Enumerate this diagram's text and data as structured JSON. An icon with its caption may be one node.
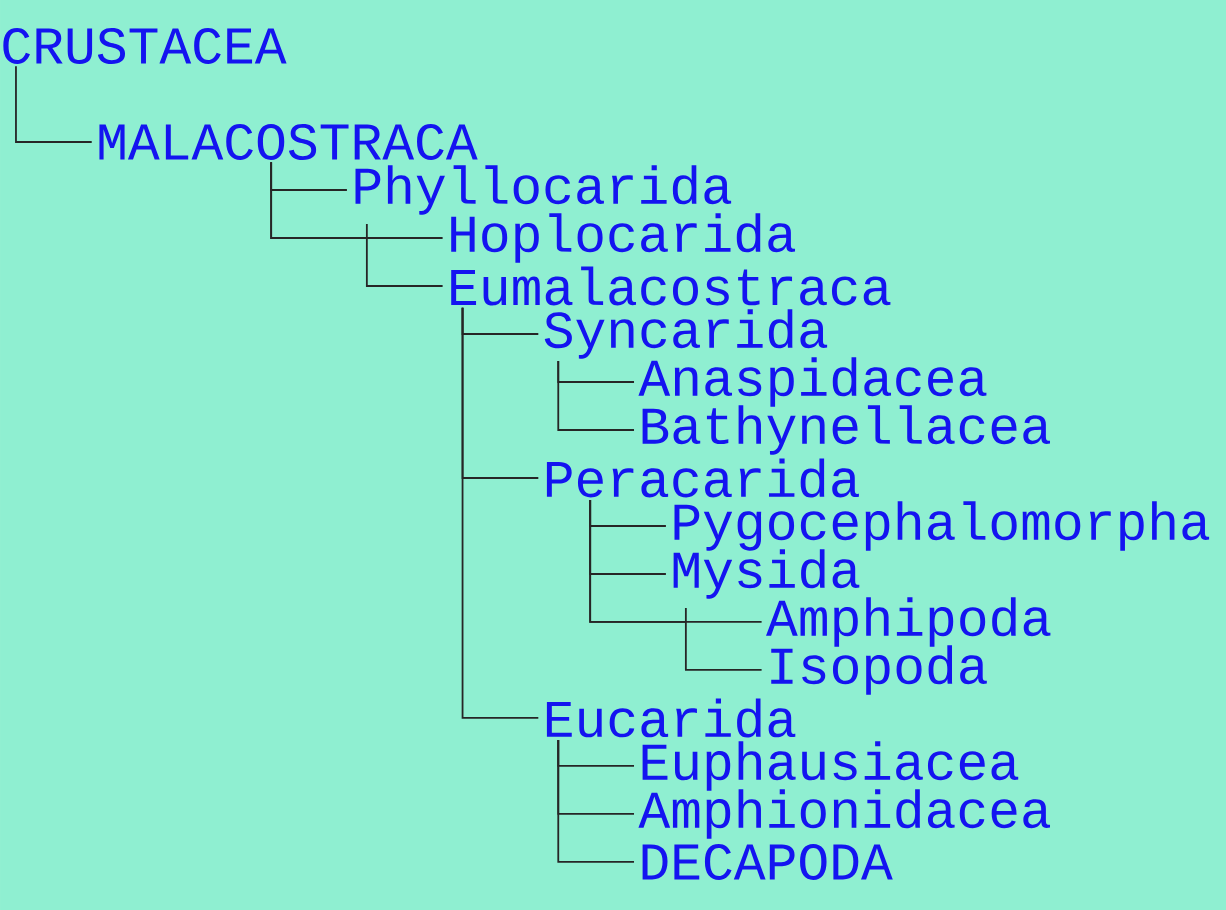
{
  "diagram": {
    "nodes": [
      {
        "text": [
          "CRUSTACEA"
        ]
      },
      {
        "text": [
          "MALACOSTRACA"
        ]
      },
      {
        "text": [
          "Phyllocarida"
        ]
      },
      {
        "text": [
          "Hoplocarida"
        ]
      },
      {
        "text": [
          "Eumalacostraca"
        ]
      },
      {
        "text": [
          "Syncarida"
        ]
      },
      {
        "text": [
          "Anaspidacea"
        ]
      },
      {
        "text": [
          "Bathynellacea"
        ]
      },
      {
        "text": [
          "Peracarida"
        ]
      },
      {
        "text": [
          "Pygocephalomorpha"
        ]
      },
      {
        "text": [
          "Mysida"
        ]
      },
      {
        "text": [
          "Amphipoda"
        ]
      },
      {
        "text": [
          "Isopoda"
        ]
      },
      {
        "text": [
          "Eucarida"
        ]
      },
      {
        "text": [
          "Euphausiacea"
        ]
      },
      {
        "text": [
          "Amphionidacea"
        ]
      },
      {
        "text": [
          "DECAPODA"
        ]
      }
    ],
    "edges": [
      {
        "from": 0,
        "to": 1,
        "arrow": "none"
      },
      {
        "from": 1,
        "to": 2,
        "arrow": "none"
      },
      {
        "from": 1,
        "to": 3,
        "arrow": "none"
      },
      {
        "from": 1,
        "to": 4,
        "arrow": "none"
      },
      {
        "from": 4,
        "to": 5,
        "arrow": "none"
      },
      {
        "from": 5,
        "to": 6,
        "arrow": "none"
      },
      {
        "from": 5,
        "to": 7,
        "arrow": "none"
      },
      {
        "from": 4,
        "to": 8,
        "arrow": "none"
      },
      {
        "from": 8,
        "to": 9,
        "arrow": "none"
      },
      {
        "from": 8,
        "to": 10,
        "arrow": "none"
      },
      {
        "from": 8,
        "to": 11,
        "arrow": "none"
      },
      {
        "from": 8,
        "to": 12,
        "arrow": "none"
      },
      {
        "from": 4,
        "to": 13,
        "arrow": "none"
      },
      {
        "from": 13,
        "to": 14,
        "arrow": "none"
      },
      {
        "from": 13,
        "to": 15,
        "arrow": "none"
      },
      {
        "from": 13,
        "to": 16,
        "arrow": "none"
      }
    ]
  }
}
